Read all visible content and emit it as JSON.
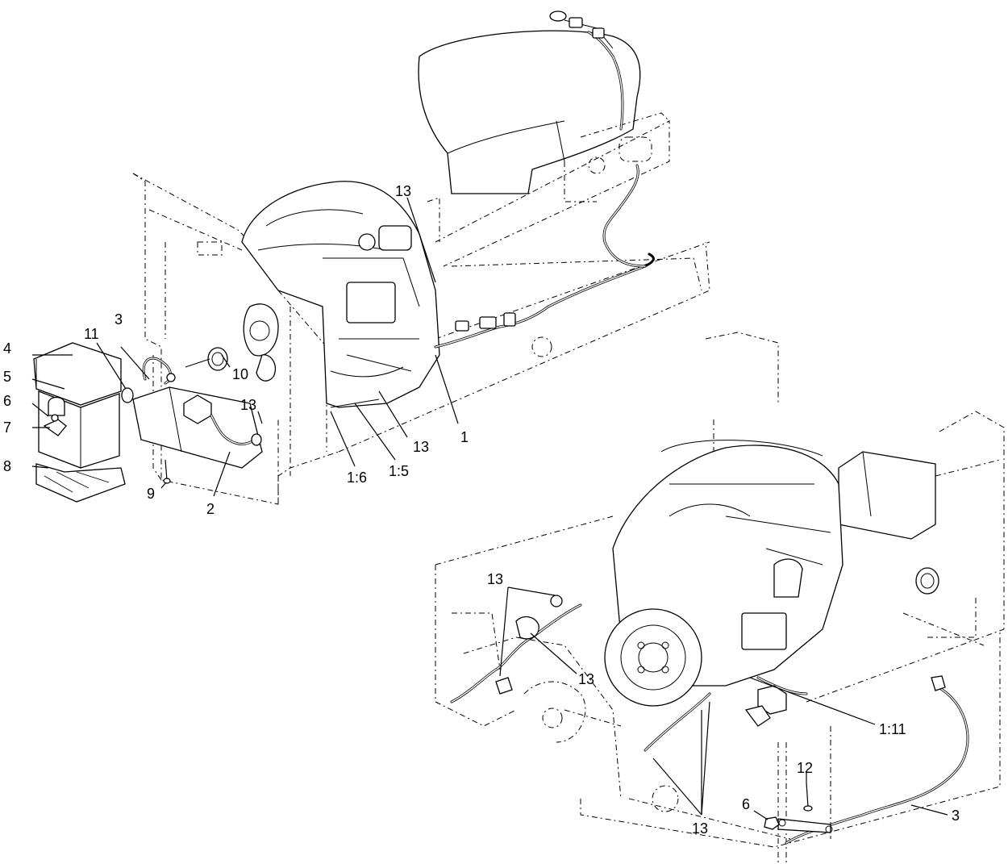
{
  "callouts": {
    "c1": "1",
    "c1_5": "1:5",
    "c1_6": "1:6",
    "c1_11": "1:11",
    "c2": "2",
    "c3_top": "3",
    "c3_bottom": "3",
    "c4": "4",
    "c5": "5",
    "c6_top": "6",
    "c6_bottom": "6",
    "c7": "7",
    "c8": "8",
    "c9": "9",
    "c10": "10",
    "c11": "11",
    "c12": "12",
    "c13_a": "13",
    "c13_b": "13",
    "c13_c": "13",
    "c13_d": "13",
    "c13_e": "13",
    "c13_f": "13"
  }
}
